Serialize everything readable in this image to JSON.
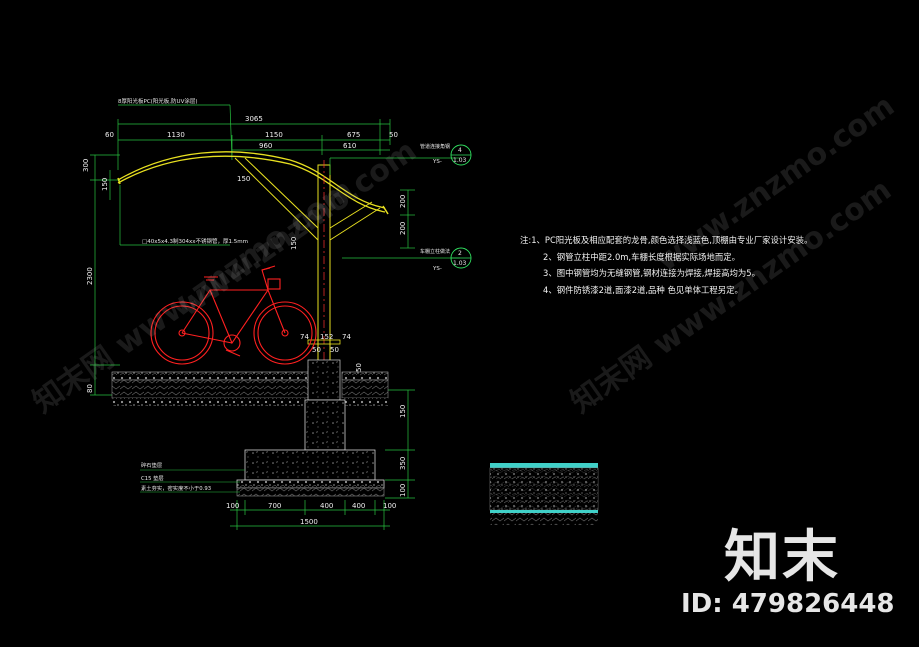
{
  "drawing": {
    "roof_label": "8厚阳光板PC(阳光板,防UV涂层)",
    "total_width": "3065",
    "top_dims": [
      "60",
      "1130",
      "1150",
      "675",
      "50"
    ],
    "second_dims": [
      "960",
      "610"
    ],
    "left_dims": [
      "300",
      "150",
      "2300",
      "80"
    ],
    "right_dims": [
      "200",
      "200",
      "150",
      "350",
      "100"
    ],
    "bottom_dims": [
      "100",
      "700",
      "400",
      "400",
      "100",
      "1500"
    ],
    "member_dims": [
      "150",
      "150"
    ],
    "small_dims": [
      "50",
      "152",
      "74",
      "74",
      "50",
      "50"
    ],
    "purlin_label": "□40x5x4.3制304xx不锈钢管，厚1.5mm",
    "ref_upper": {
      "label": "管道连接角钢",
      "num": "4",
      "sheet": "1.03",
      "prefix": "YS-"
    },
    "ref_lower": {
      "label": "车棚立柱做法",
      "num": "2",
      "sheet": "1.03",
      "prefix": "YS-"
    },
    "foundation_labels": [
      "碎石垫层",
      "C15 垫层",
      "素土夯实，密实度不小于0.93"
    ]
  },
  "notes": [
    "注:1、PC阳光板及相应配套的龙骨,颜色选择浅蓝色,顶棚由专业厂家设计安装。",
    "2、钢管立柱中距2.0m,车棚长度根据实际场地而定。",
    "3、图中钢管均为无缝钢管,钢材连接为焊接,焊接高均为5。",
    "4、钢件防锈漆2道,面漆2道,品种 色见单体工程另定。"
  ],
  "watermark": {
    "brand": "知末",
    "id": "ID: 479826448",
    "tiled": [
      "知末网 www.znzmo.com",
      "www.znzmo.com"
    ]
  },
  "colors": {
    "background": "#000000",
    "roof": "#e8e020",
    "bike": "#ff2020",
    "dim_lines": "#27c23f",
    "ref_circle": "#30e060",
    "ground": "#c0c0c0",
    "water": "#40d0c8"
  }
}
